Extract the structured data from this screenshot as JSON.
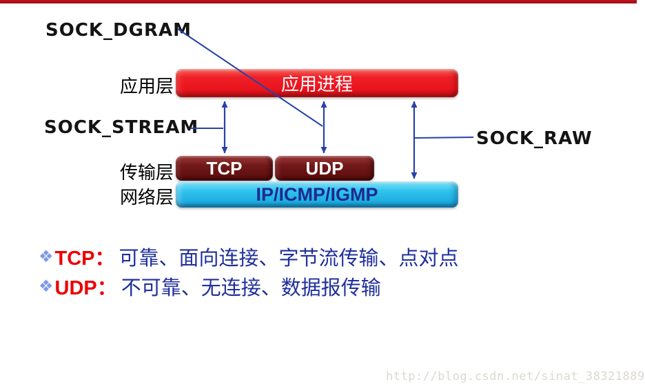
{
  "colors": {
    "top_bar": "#b00f18",
    "arrow_blue": "#2742a8",
    "app_box_red": "#ee1c25",
    "proto_box_maroon": "#6d1415",
    "network_box_cyan": "#29bdea",
    "network_text_blue": "#1e2a8e",
    "term_red": "#ec0000",
    "note_text_blue": "#20309b",
    "bullet_light_blue": "#7d99ea",
    "watermark_gray": "#dbd8d0"
  },
  "diagram": {
    "socket_dgram": "SOCK_DGRAM",
    "socket_stream": "SOCK_STREAM",
    "socket_raw": "SOCK_RAW",
    "layer_app": "应用层",
    "layer_transport": "传输层",
    "layer_network": "网络层",
    "box_app": "应用进程",
    "box_tcp": "TCP",
    "box_udp": "UDP",
    "box_network": "IP/ICMP/IGMP"
  },
  "notes": [
    {
      "bullet": "❖",
      "term": "TCP：",
      "desc": "可靠、面向连接、字节流传输、点对点"
    },
    {
      "bullet": "❖",
      "term": "UDP：",
      "desc": "不可靠、无连接、数据报传输"
    }
  ],
  "watermark": "http://blog.csdn.net/sinat_38321889"
}
